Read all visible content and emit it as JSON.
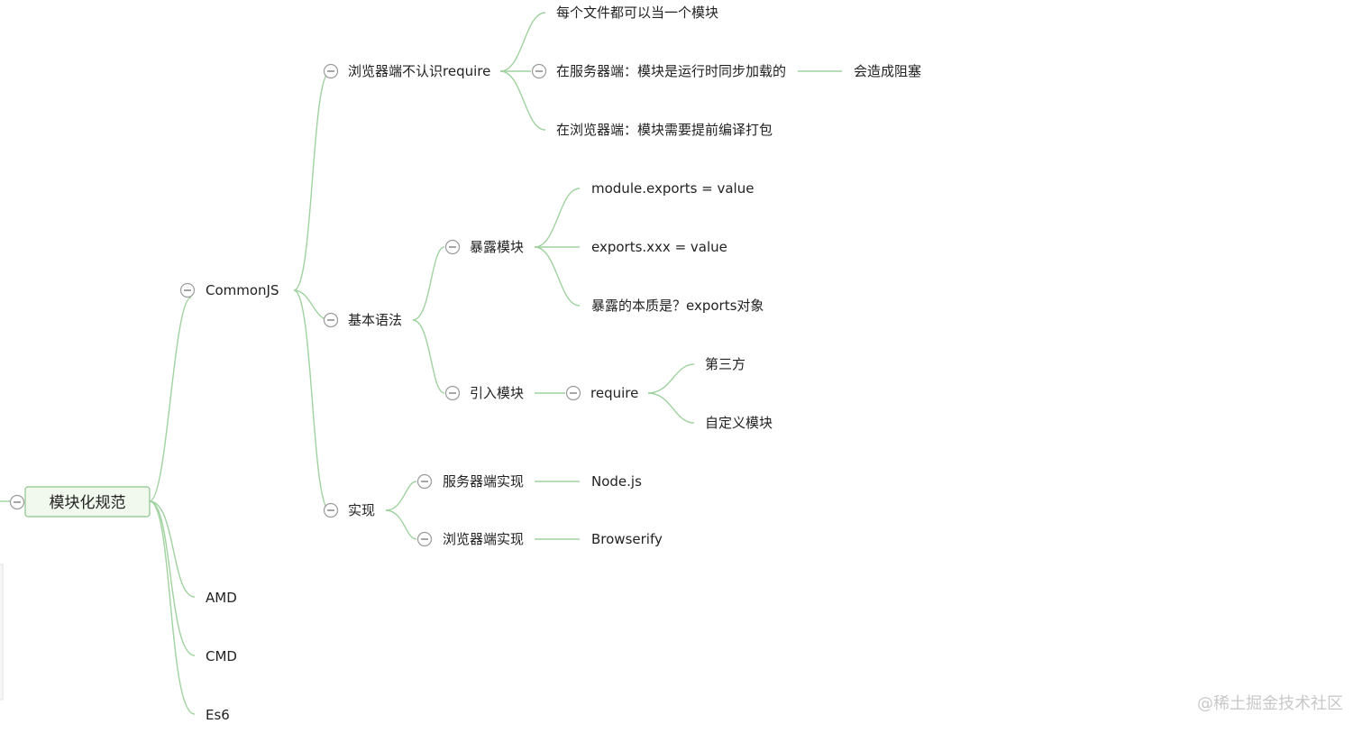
{
  "mindmap": {
    "root": "模块化规范",
    "nodes": {
      "commonjs": "CommonJS",
      "amd": "AMD",
      "cmd": "CMD",
      "es6": "Es6",
      "browser_no_require": "浏览器端不认识require",
      "each_file_module": "每个文件都可以当一个模块",
      "server_side_sync": "在服务器端：模块是运行时同步加载的",
      "will_block": "会造成阻塞",
      "browser_compile": "在浏览器端：模块需要提前编译打包",
      "basic_syntax": "基本语法",
      "expose_module": "暴露模块",
      "module_exports": "module.exports = value",
      "exports_xxx": "exports.xxx = value",
      "expose_essence": "暴露的本质是？exports对象",
      "import_module": "引入模块",
      "require": "require",
      "third_party": "第三方",
      "custom_module": "自定义模块",
      "implementation": "实现",
      "server_impl": "服务器端实现",
      "node_js": "Node.js",
      "browser_impl": "浏览器端实现",
      "browserify": "Browserify"
    }
  },
  "watermark": "@稀土掘金技术社区",
  "colors": {
    "link": "#9fd29f",
    "root_fill": "#f1f8ee",
    "root_border": "#8cc58c",
    "toggle_border": "#9a9a9a",
    "watermark": "#c8c8c8"
  }
}
